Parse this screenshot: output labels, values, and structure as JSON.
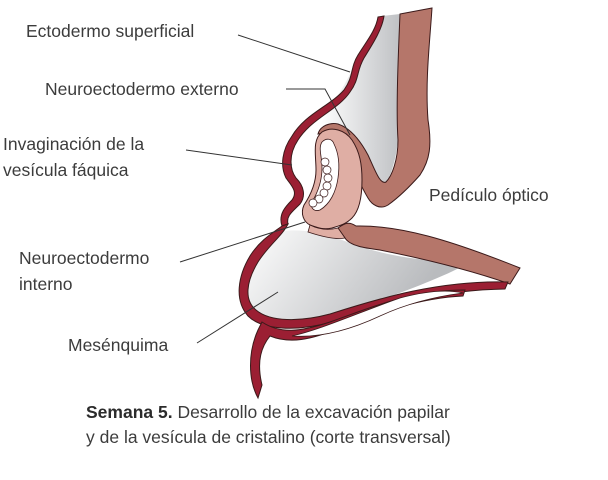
{
  "figure": {
    "labels": {
      "ectodermo_superficial": "Ectodermo superficial",
      "neuroectodermo_externo": "Neuroectodermo externo",
      "invaginacion_line1": "Invaginación de la",
      "invaginacion_line2": "vesícula fáquica",
      "pediculo_optico": "Pedículo óptico",
      "neuroectodermo_interno_line1": "Neuroectodermo",
      "neuroectodermo_interno_line2": "interno",
      "mesenquima": "Mesénquima"
    },
    "caption": {
      "bold": "Semana 5.",
      "line1_rest": " Desarrollo de la excavación papilar",
      "line2": "y de la vesícula de cristalino (corte transversal)"
    },
    "colors": {
      "ectoderm_red": "#9b1f33",
      "neuroectoderm_brown": "#b5766a",
      "lens_pink": "#dfaea4",
      "mesenchyme_gray": "#c8cacc",
      "leader_line": "#333333"
    }
  }
}
